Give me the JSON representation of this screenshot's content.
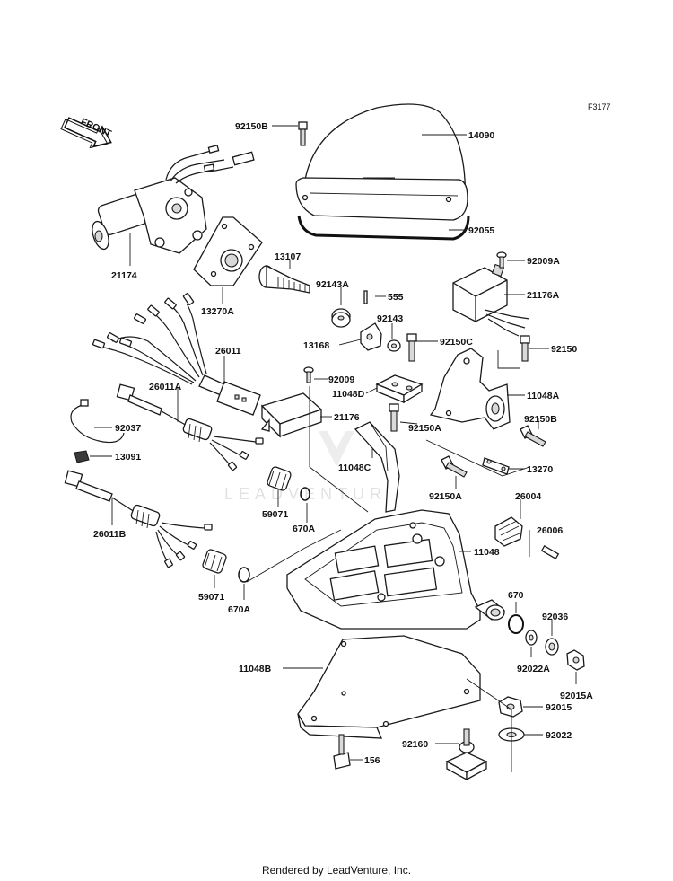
{
  "figure_code": "F3177",
  "front_label": "FRONT",
  "watermark": "LEADVENTURE",
  "footer": "Rendered by LeadVenture, Inc.",
  "parts": {
    "p92150B_top": "92150B",
    "p14090": "14090",
    "p92055": "92055",
    "p21174": "21174",
    "p13107": "13107",
    "p13270A": "13270A",
    "p92009A": "92009A",
    "p21176A": "21176A",
    "p92143A": "92143A",
    "p555": "555",
    "p92143": "92143",
    "p13168": "13168",
    "p92150C": "92150C",
    "p92150": "92150",
    "p26011": "26011",
    "p92009": "92009",
    "p11048D": "11048D",
    "p11048A": "11048A",
    "p26011A": "26011A",
    "p21176": "21176",
    "p92150A_1": "92150A",
    "p92150B_2": "92150B",
    "p92037": "92037",
    "p13091": "13091",
    "p11048C": "11048C",
    "p13270": "13270",
    "p92150A_2": "92150A",
    "p26004": "26004",
    "p26006": "26006",
    "p59071_1": "59071",
    "p670A_1": "670A",
    "p26011B": "26011B",
    "p11048": "11048",
    "p59071_2": "59071",
    "p670A_2": "670A",
    "p670": "670",
    "p92036": "92036",
    "p92022A": "92022A",
    "p92015A": "92015A",
    "p11048B": "11048B",
    "p92015": "92015",
    "p92160": "92160",
    "p92022": "92022",
    "p156": "156"
  }
}
